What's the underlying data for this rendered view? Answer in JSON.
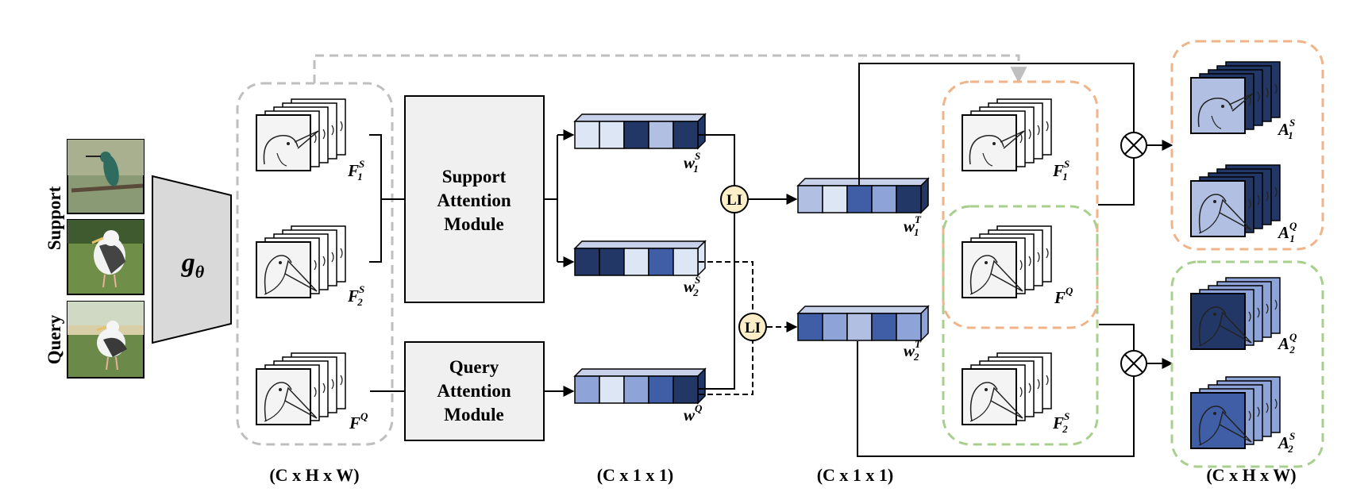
{
  "side_labels": {
    "support": "Support",
    "query": "Query"
  },
  "encoder": {
    "symbol": "g",
    "subscript": "θ"
  },
  "support_module": {
    "lines": [
      "Support",
      "Attention",
      "Module"
    ]
  },
  "query_module": {
    "lines": [
      "Query",
      "Attention",
      "Module"
    ]
  },
  "li_label": "LI",
  "multiply_symbol": "⊗",
  "feature_labels": {
    "f1s": {
      "base": "F",
      "sup": "S",
      "sub": "1"
    },
    "f2s": {
      "base": "F",
      "sup": "S",
      "sub": "2"
    },
    "fq": {
      "base": "F",
      "sup": "Q",
      "sub": ""
    }
  },
  "weight_labels": {
    "w1s": {
      "base": "w",
      "sup": "S",
      "sub": "1"
    },
    "w2s": {
      "base": "w",
      "sup": "S",
      "sub": "2"
    },
    "wq": {
      "base": "w",
      "sup": "Q",
      "sub": ""
    },
    "w1t": {
      "base": "w",
      "sup": "T",
      "sub": "1"
    },
    "w2t": {
      "base": "w",
      "sup": "T",
      "sub": "2"
    }
  },
  "attention_labels": {
    "a1s": {
      "base": "A",
      "sup": "S",
      "sub": "1"
    },
    "a1q": {
      "base": "A",
      "sup": "Q",
      "sub": "1"
    },
    "a2q": {
      "base": "A",
      "sup": "Q",
      "sub": "2"
    },
    "a2s": {
      "base": "A",
      "sup": "S",
      "sub": "2"
    }
  },
  "dimension_labels": {
    "features": "(C x H x W)",
    "weights": "(C x 1 x 1)",
    "transferred": "(C x 1 x 1)",
    "attended": "(C x H x W)"
  },
  "colors": {
    "c0": "#dde6f4",
    "c1": "#b1c0e2",
    "c2": "#8ea3d8",
    "c3": "#3f5ea5",
    "c4": "#233766",
    "box_fill": "#f0f0f0",
    "encoder_fill": "#d9d9d9",
    "gray_dash": "#bfbfbf",
    "orange_dash": "#f0b48a",
    "green_dash": "#a8cf8e",
    "li_fill": "#fcefc8"
  },
  "vectors": {
    "w1s": [
      0,
      0,
      4,
      1,
      4
    ],
    "w2s": [
      4,
      4,
      0,
      3,
      0
    ],
    "wq": [
      2,
      0,
      2,
      3,
      4
    ],
    "w1t": [
      1,
      0,
      3,
      2,
      4
    ],
    "w2t": [
      3,
      2,
      1,
      3,
      2
    ]
  },
  "attention_fills": {
    "a1s": 1,
    "a1q": 1,
    "a2q": 4,
    "a2s": 3
  },
  "attention_stack_fills": {
    "a1s": 4,
    "a1q": 4,
    "a2q": 2,
    "a2s": 2
  }
}
